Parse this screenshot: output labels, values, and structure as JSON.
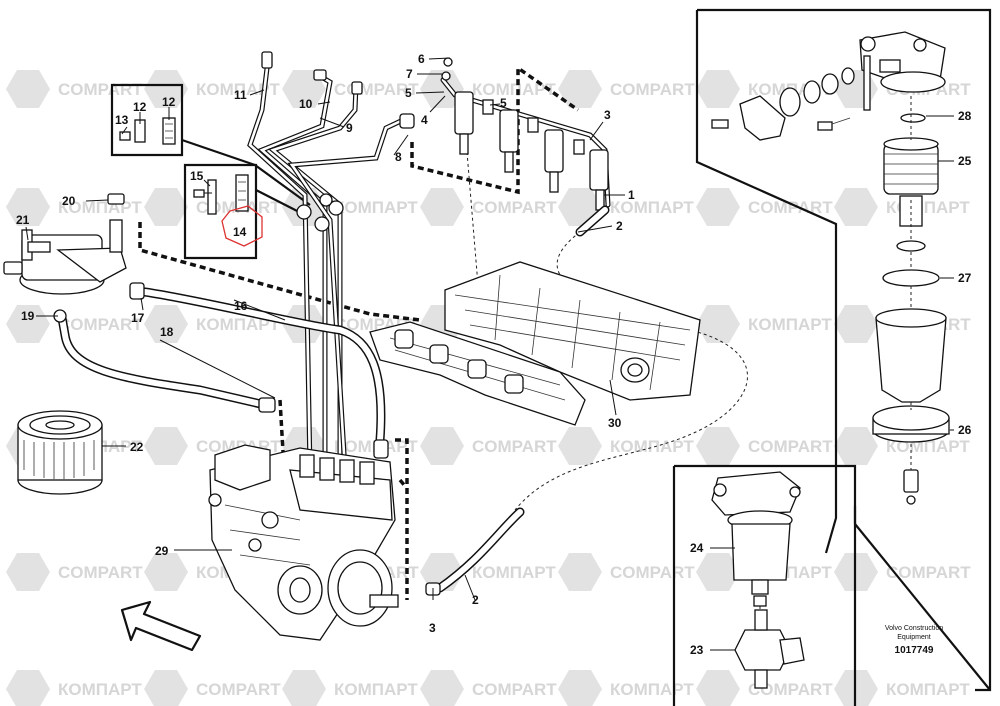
{
  "diagram": {
    "watermark": {
      "brand_latin": "COMPART",
      "brand_cyrillic": "КОМПАРТ"
    },
    "callouts": {
      "c1": "1",
      "c2a": "2",
      "c2b": "2",
      "c3a": "3",
      "c3b": "3",
      "c4": "4",
      "c5a": "5",
      "c5b": "5",
      "c6": "6",
      "c7": "7",
      "c8": "8",
      "c9": "9",
      "c10": "10",
      "c11": "11",
      "c12a": "12",
      "c12b": "12",
      "c13": "13",
      "c14": "14",
      "c15": "15",
      "c16": "16",
      "c17": "17",
      "c18": "18",
      "c19": "19",
      "c20": "20",
      "c21": "21",
      "c22": "22",
      "c23": "23",
      "c24": "24",
      "c25": "25",
      "c26": "26",
      "c27": "27",
      "c28": "28",
      "c29": "29",
      "c30": "30"
    },
    "stamp": {
      "line1": "Volvo Construction",
      "line2": "Equipment",
      "number": "1017749"
    }
  }
}
